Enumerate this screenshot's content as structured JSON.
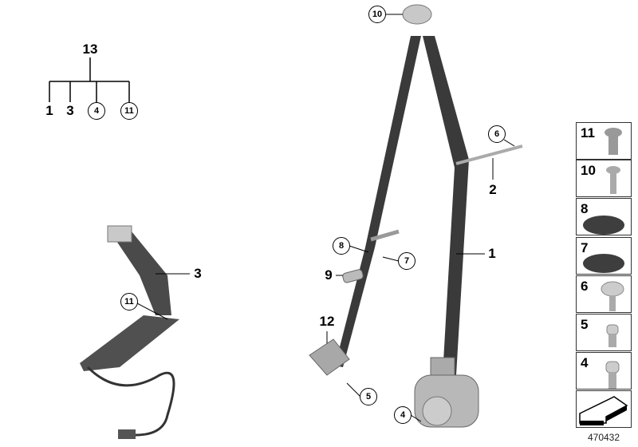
{
  "assembly_tree": {
    "root": "13",
    "children": [
      {
        "label": "1",
        "circled": false
      },
      {
        "label": "3",
        "circled": false
      },
      {
        "label": "4",
        "circled": true
      },
      {
        "label": "11",
        "circled": true
      }
    ]
  },
  "callouts": [
    {
      "id": "10",
      "circled": true
    },
    {
      "id": "6",
      "circled": true
    },
    {
      "id": "2",
      "circled": false
    },
    {
      "id": "1",
      "circled": false
    },
    {
      "id": "8",
      "circled": true
    },
    {
      "id": "7",
      "circled": true
    },
    {
      "id": "9",
      "circled": false
    },
    {
      "id": "12",
      "circled": false
    },
    {
      "id": "5",
      "circled": true
    },
    {
      "id": "4",
      "circled": true
    },
    {
      "id": "3",
      "circled": false
    },
    {
      "id": "11",
      "circled": true
    }
  ],
  "parts_panel": [
    {
      "label": "11",
      "icon": "collar-bolt"
    },
    {
      "label": "10",
      "icon": "bolt"
    },
    {
      "label": "8",
      "icon": "dome-cap"
    },
    {
      "label": "7",
      "icon": "dome-cap"
    },
    {
      "label": "6",
      "icon": "flange-screw"
    },
    {
      "label": "5",
      "icon": "torx-screw"
    },
    {
      "label": "4",
      "icon": "torx-screw"
    },
    {
      "label": "",
      "icon": "arrow-symbol"
    }
  ],
  "diagram_id": "470432",
  "colors": {
    "belt": "#3c3c3c",
    "metal": "#b8b8b8",
    "rubber": "#444444"
  }
}
